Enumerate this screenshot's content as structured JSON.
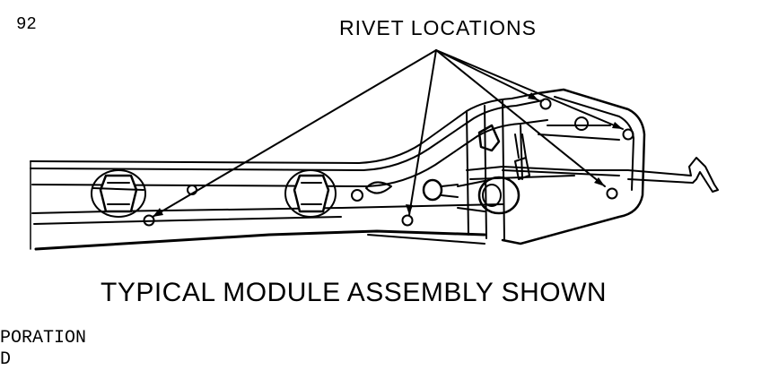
{
  "page_number": "92",
  "callout_label": "RIVET LOCATIONS",
  "caption": "TYPICAL MODULE ASSEMBLY SHOWN",
  "footer": {
    "line1": "PORATION",
    "line2": "D"
  }
}
